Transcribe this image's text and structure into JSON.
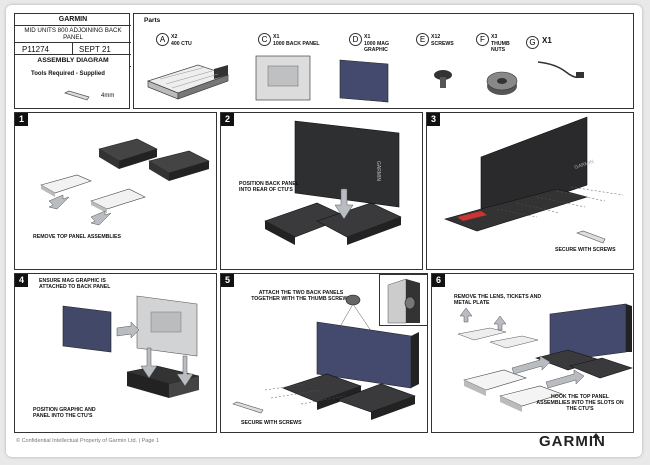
{
  "title_block": {
    "brand": "GARMIN",
    "product_name": "MID UNITS 800 ADJOINING BACK PANEL",
    "part_number": "P11274",
    "date": "SEPT 21",
    "doc_type": "ASSEMBLY DIAGRAM",
    "tools_label": "Tools Required - Supplied",
    "tool_size": "4mm"
  },
  "parts": {
    "heading": "Parts",
    "items": [
      {
        "letter": "A",
        "qty": "X2",
        "name": "400 CTU"
      },
      {
        "letter": "C",
        "qty": "X1",
        "name": "1000 BACK PANEL"
      },
      {
        "letter": "D",
        "qty": "X1",
        "name": "1000 MAG GRAPHIC"
      },
      {
        "letter": "E",
        "qty": "X12",
        "name": "SCREWS"
      },
      {
        "letter": "F",
        "qty": "X3",
        "name": "THUMB NUTS"
      },
      {
        "letter": "G",
        "qty": "X1",
        "name": ""
      }
    ]
  },
  "steps": [
    {
      "number": "1",
      "captions": [
        "REMOVE TOP PANEL ASSEMBLIES"
      ]
    },
    {
      "number": "2",
      "captions": [
        "POSITION BACK PANEL INTO REAR OF CTU'S"
      ]
    },
    {
      "number": "3",
      "captions": [
        "SECURE WITH SCREWS"
      ]
    },
    {
      "number": "4",
      "captions": [
        "ENSURE MAG GRAPHIC IS ATTACHED TO BACK PANEL",
        "POSITION GRAPHIC AND PANEL INTO THE CTU'S"
      ]
    },
    {
      "number": "5",
      "captions": [
        "ATTACH THE TWO BACK PANELS TOGETHER WITH THE THUMB SCREWS",
        "SECURE WITH SCREWS"
      ]
    },
    {
      "number": "6",
      "captions": [
        "REMOVE THE LENS, TICKETS AND METAL PLATE",
        "HOOK THE TOP PANEL ASSEMBLIES INTO THE SLOTS ON THE CTU'S"
      ]
    }
  ],
  "footer": {
    "confidential": "© Confidential Intellectual Property of Garmin Ltd. | Page 1",
    "logo": "GARMIN"
  },
  "colors": {
    "graphic_blue": "#3f4669",
    "panel_gray": "#cfd0d2",
    "dark": "#2b2b2d",
    "arrow_gray": "#b9bcc0"
  }
}
